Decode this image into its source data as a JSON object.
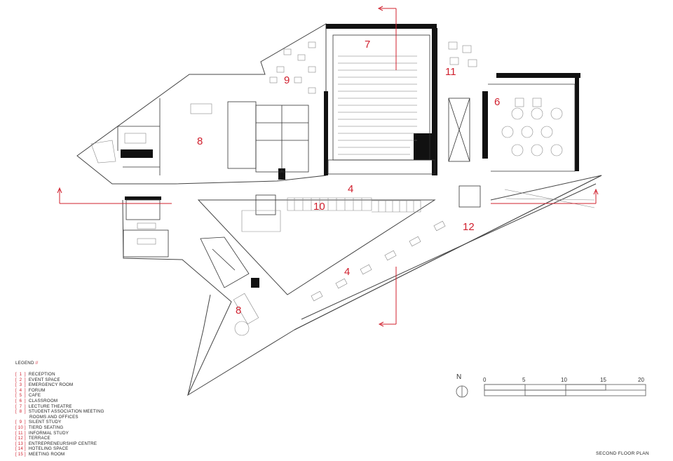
{
  "legend": {
    "title": "LEGEND",
    "slash": "//",
    "items": [
      {
        "num": "1",
        "label": "RECEPTION"
      },
      {
        "num": "2",
        "label": "EVENT SPACE"
      },
      {
        "num": "3",
        "label": "EMERGENCY ROOM"
      },
      {
        "num": "4",
        "label": "FORUM"
      },
      {
        "num": "5",
        "label": "CAFE"
      },
      {
        "num": "6",
        "label": "CLASSROOM"
      },
      {
        "num": "7",
        "label": "LECTURE THEATRE"
      },
      {
        "num": "8",
        "label": "STUDENT ASSOCIATION MEETING",
        "cont": "ROOMS AND OFFICES"
      },
      {
        "num": "9",
        "label": "SILENT STUDY"
      },
      {
        "num": "10",
        "label": "TIERD SEATING"
      },
      {
        "num": "11",
        "label": "INFORMAL STUDY"
      },
      {
        "num": "12",
        "label": "TERRACE"
      },
      {
        "num": "13",
        "label": "ENTREPRENEURSHIP CENTRE"
      },
      {
        "num": "14",
        "label": "HOTELING SPACE"
      },
      {
        "num": "15",
        "label": "MEETING ROOM"
      }
    ]
  },
  "rooms": {
    "r7": "7",
    "r11": "11",
    "r9": "9",
    "r6": "6",
    "r8a": "8",
    "r4a": "4",
    "r10": "10",
    "r12": "12",
    "r4b": "4",
    "r8b": "8"
  },
  "north_label": "N",
  "scale": {
    "t0": "0",
    "t1": "5",
    "t2": "10",
    "t3": "15",
    "t4": "20"
  },
  "plan_title": "SECOND FLOOR PLAN",
  "colors": {
    "accent": "#d0202e",
    "wall": "#111111",
    "line": "#555555"
  }
}
